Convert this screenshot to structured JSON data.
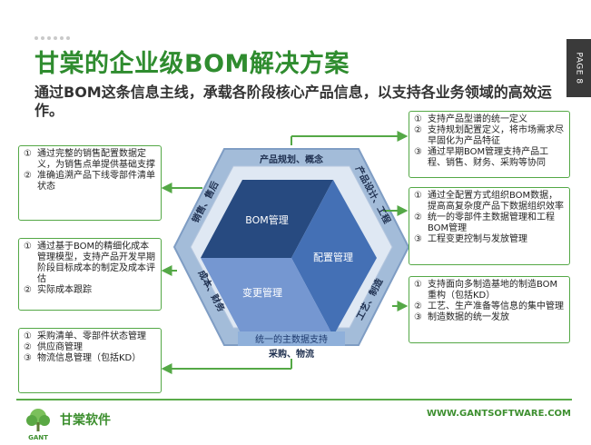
{
  "header": {
    "title": "甘棠的企业级BOM解决方案",
    "subtitle": "通过BOM这条信息主线，承载各阶段核心产品信息，以支持各业务领域的高效运作。",
    "page_tab": "PAGE 8"
  },
  "hexagon": {
    "labels": {
      "top": "产品规划、概念",
      "upper_right": "产品设计、工程",
      "lower_right": "工艺、制造",
      "bottom": "采购、物流",
      "lower_left": "成本、财务",
      "upper_left": "销售、售后"
    },
    "cube": {
      "top_face": "BOM管理",
      "right_face": "配置管理",
      "left_face": "变更管理"
    },
    "base_label": "统一的主数据支持"
  },
  "left_boxes": [
    {
      "items": [
        {
          "num": "①",
          "text": "通过完整的销售配置数据定义，为销售点单提供基础支撑"
        },
        {
          "num": "②",
          "text": "准确追溯产品下线零部件清单状态"
        }
      ]
    },
    {
      "items": [
        {
          "num": "①",
          "text": "通过基于BOM的精细化成本管理模型，支持产品开发早期阶段目标成本的制定及成本评估"
        },
        {
          "num": "②",
          "text": "实际成本跟踪"
        }
      ]
    },
    {
      "items": [
        {
          "num": "①",
          "text": "采购清单、零部件状态管理"
        },
        {
          "num": "②",
          "text": "供应商管理"
        },
        {
          "num": "③",
          "text": "物流信息管理（包括KD）"
        }
      ]
    }
  ],
  "right_boxes": [
    {
      "items": [
        {
          "num": "①",
          "text": "支持产品型谱的统一定义"
        },
        {
          "num": "②",
          "text": "支持规划配置定义，将市场需求尽早固化为产品特征"
        },
        {
          "num": "③",
          "text": "通过早期BOM管理支持产品工程、销售、财务、采购等协同"
        }
      ]
    },
    {
      "items": [
        {
          "num": "①",
          "text": "通过全配置方式组织BOM数据，提高高复杂度产品下数据组织效率"
        },
        {
          "num": "②",
          "text": "统一的零部件主数据管理和工程BOM管理"
        },
        {
          "num": "③",
          "text": "工程变更控制与发放管理"
        }
      ]
    },
    {
      "items": [
        {
          "num": "①",
          "text": "支持面向多制造基地的制造BOM重构（包括KD）"
        },
        {
          "num": "②",
          "text": "工艺、生产准备等信息的集中管理"
        },
        {
          "num": "③",
          "text": "制造数据的统一发放"
        }
      ]
    }
  ],
  "footer": {
    "logo_text": "GANT",
    "brand": "甘棠软件",
    "url": "WWW.GANTSOFTWARE.COM"
  },
  "colors": {
    "green": "#2f8c2f",
    "hex_outer": "#9cb6d6",
    "cube_dark": "#26497f",
    "cube_mid": "#3f6ab0",
    "cube_light": "#6f93cf"
  }
}
